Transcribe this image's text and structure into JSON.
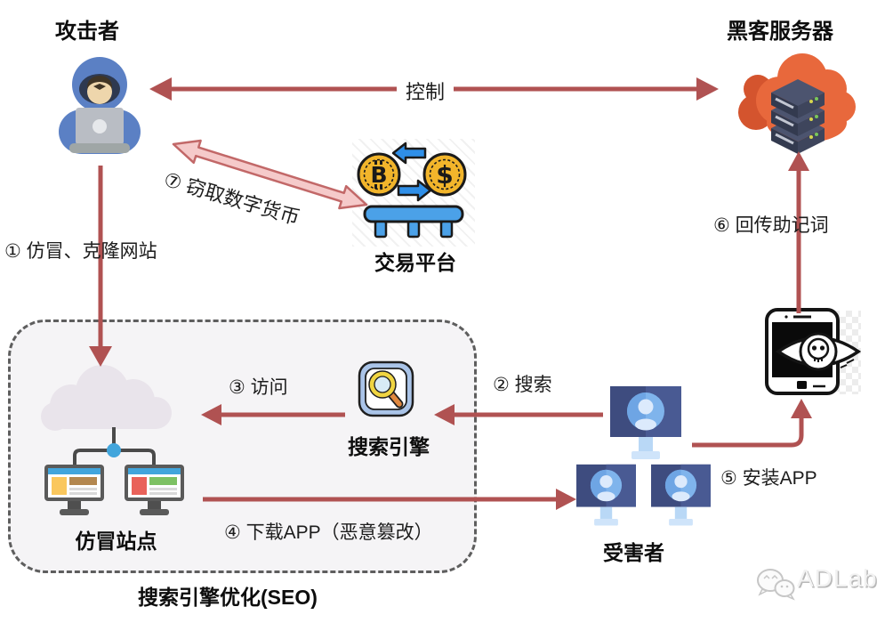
{
  "colors": {
    "arrow_red": "#b05252",
    "arrow_pink": "#f5caca",
    "box_fill": "#f5f4f6",
    "hoodie_blue": "#5b80c4",
    "cloud_orange": "#e8683c",
    "coin_gold": "#f2b52b",
    "exchange_blue": "#2f8fe8",
    "monitor_bar_blue": "#42a5dc",
    "victim_navy": "#3e4c7f",
    "fake_cloud_gray": "#e9e4eb"
  },
  "nodes": {
    "attacker": {
      "label": "攻击者",
      "icon": "hooded-hacker-laptop-icon"
    },
    "hacker_server": {
      "label": "黑客服务器",
      "icon": "cloud-server-icon"
    },
    "trading_platform": {
      "label": "交易平台",
      "icon": "crypto-exchange-icon"
    },
    "search_engine": {
      "label": "搜索引擎",
      "icon": "magnifier-app-icon"
    },
    "fake_site": {
      "label": "仿冒站点",
      "icon": "cloud-network-monitors-icon"
    },
    "victims": {
      "label": "受害者",
      "icon": "user-monitor-icons"
    },
    "spy_phone": {
      "icon": "phone-spy-eye-skull-icon"
    },
    "seo_box": {
      "label": "搜索引擎优化(SEO)"
    }
  },
  "edges": {
    "control": {
      "label": "控制",
      "from": "hacker_server",
      "to": "attacker",
      "style": "double-headed"
    },
    "steal_crypto": {
      "label": "⑦ 窃取数字货币",
      "from": "attacker",
      "to": "trading_platform",
      "style": "double-headed-outlined"
    },
    "clone_site": {
      "label": "① 仿冒、克隆网站",
      "from": "attacker",
      "to": "fake_site"
    },
    "search": {
      "label": "② 搜索",
      "from": "victims",
      "to": "search_engine"
    },
    "visit": {
      "label": "③ 访问",
      "from": "search_engine",
      "to": "fake_site"
    },
    "download_app": {
      "label": "④ 下载APP（恶意篡改）",
      "from": "fake_site",
      "to": "victims"
    },
    "install_app": {
      "label": "⑤ 安装APP",
      "from": "victims",
      "to": "spy_phone"
    },
    "send_mnemonic": {
      "label": "⑥ 回传助记词",
      "from": "spy_phone",
      "to": "hacker_server"
    }
  },
  "watermark": {
    "label": "ADLab",
    "icon": "wechat-icon"
  }
}
